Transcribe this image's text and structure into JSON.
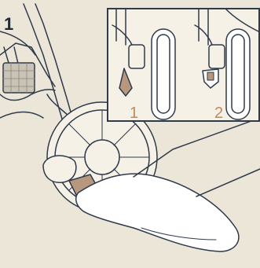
{
  "step": {
    "number": "1"
  },
  "inset": {
    "labels": [
      "1",
      "2"
    ],
    "accent_color": "#c08a5d"
  },
  "colors": {
    "background": "#ece6d9",
    "line": "#2f3a4a",
    "pedal": "#b8977f",
    "inset_bg": "#f6f1e7"
  },
  "icons": [
    "stroller-brake-illustration",
    "foot-icon",
    "wheel-icon",
    "brake-pedal-icon"
  ]
}
